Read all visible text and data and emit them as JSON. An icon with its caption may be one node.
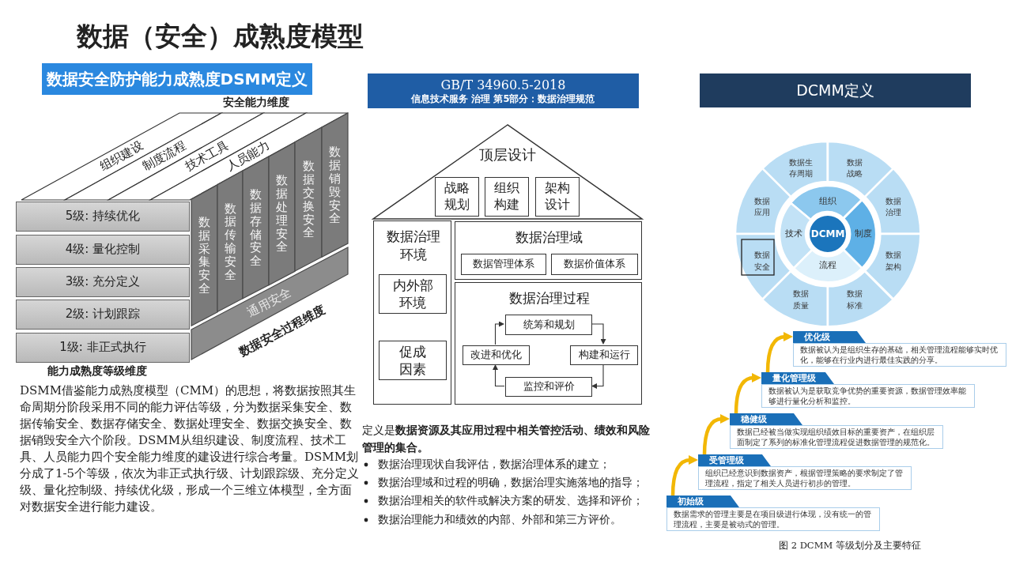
{
  "diagram": {
    "title": "数据（安全）成熟度模型",
    "caption": "图 2 DCMM 等级划分及主要特征",
    "nodes": [
      {
        "text": [
          "数据安全防护能力成熟度DSMM定义"
        ]
      },
      {
        "text": [
          "组织建设"
        ]
      },
      {
        "text": [
          "制度流程"
        ]
      },
      {
        "text": [
          "技术工具"
        ]
      },
      {
        "text": [
          "人员能力"
        ]
      },
      {
        "text": [
          "5级: 持续优化"
        ]
      },
      {
        "text": [
          "4级: 量化控制"
        ]
      },
      {
        "text": [
          "3级: 充分定义"
        ]
      },
      {
        "text": [
          "2级: 计划跟踪"
        ]
      },
      {
        "text": [
          "1级: 非正式执行"
        ]
      },
      {
        "text": [
          "数据采集安全"
        ]
      },
      {
        "text": [
          "数据传输安全"
        ]
      },
      {
        "text": [
          "数据存储安全"
        ]
      },
      {
        "text": [
          "数据处理安全"
        ]
      },
      {
        "text": [
          "数据交换安全"
        ]
      },
      {
        "text": [
          "数据销毁安全"
        ]
      },
      {
        "text": [
          "通用安全"
        ]
      },
      {
        "text": [
          "GB/T 34960.5-2018",
          "信息技术服务 治理 第5部分：数据治理规范"
        ]
      },
      {
        "text": [
          "顶层设计"
        ]
      },
      {
        "text": [
          "战略规划"
        ],
        "in": 18
      },
      {
        "text": [
          "组织构建"
        ],
        "in": 18
      },
      {
        "text": [
          "架构设计"
        ],
        "in": 18
      },
      {
        "text": [
          "数据治理环境"
        ]
      },
      {
        "text": [
          "内外部环境"
        ],
        "in": 22
      },
      {
        "text": [
          "促成因素"
        ],
        "in": 22
      },
      {
        "text": [
          "数据治理域"
        ]
      },
      {
        "text": [
          "数据管理体系"
        ],
        "in": 25
      },
      {
        "text": [
          "数据价值体系"
        ],
        "in": 25
      },
      {
        "text": [
          "数据治理过程"
        ]
      },
      {
        "text": [
          "统筹和规划"
        ],
        "in": 28
      },
      {
        "text": [
          "改进和优化"
        ],
        "in": 28
      },
      {
        "text": [
          "构建和运行"
        ],
        "in": 28
      },
      {
        "text": [
          "监控和评价"
        ],
        "in": 28
      },
      {
        "text": [
          "DCMM定义"
        ]
      },
      {
        "text": [
          "数据生存周期"
        ]
      },
      {
        "text": [
          "数据战略"
        ]
      },
      {
        "text": [
          "数据治理"
        ]
      },
      {
        "text": [
          "数据架构"
        ]
      },
      {
        "text": [
          "数据标准"
        ]
      },
      {
        "text": [
          "数据质量"
        ]
      },
      {
        "text": [
          "数据安全"
        ]
      },
      {
        "text": [
          "数据应用"
        ]
      },
      {
        "text": [
          "组织"
        ]
      },
      {
        "text": [
          "技术"
        ]
      },
      {
        "text": [
          "DCMM"
        ]
      },
      {
        "text": [
          "制度"
        ]
      },
      {
        "text": [
          "流程"
        ]
      },
      {
        "text": [
          "优化级",
          "数据被认为是组织生存的基础，相关管理流程能够实时优化，能够在行业内进行最佳实践的分享。"
        ]
      },
      {
        "text": [
          "量化管理级",
          "数据被认为是获取竞争优势的重要资源，数据管理效率能够进行量化分析和监控。"
        ]
      },
      {
        "text": [
          "稳健级",
          "数据已经被当做实现组织绩效目标的重要资产，在组织层面制定了系列的标准化管理流程促进数据管理的规范化。"
        ]
      },
      {
        "text": [
          "受管理级",
          "组织已经意识到数据资产，根据管理策略的要求制定了管理流程，指定了相关人员进行初步的管理。"
        ]
      },
      {
        "text": [
          "初始级",
          "数据需求的管理主要是在项目级进行体现，没有统一的管理流程，主要是被动式的管理。"
        ]
      }
    ],
    "edges": [
      {
        "from": 29,
        "to": 31,
        "arrow": "to"
      },
      {
        "from": 31,
        "to": 32,
        "arrow": "to"
      },
      {
        "from": 32,
        "to": 30,
        "arrow": "to"
      },
      {
        "from": 30,
        "to": 29,
        "arrow": "to"
      },
      {
        "from": 51,
        "to": 50,
        "arrow": "to",
        "style": "thick",
        "color": "#f2b705"
      },
      {
        "from": 50,
        "to": 49,
        "arrow": "to",
        "style": "thick",
        "color": "#f2b705"
      },
      {
        "from": 49,
        "to": 48,
        "arrow": "to",
        "style": "thick",
        "color": "#f2b705"
      },
      {
        "from": 48,
        "to": 47,
        "arrow": "to",
        "style": "thick",
        "color": "#f2b705"
      }
    ],
    "labels": [
      "安全能力维度",
      "能力成熟度等级维度",
      "数据安全过程维度",
      "DSMM借鉴能力成熟度模型（CMM）的思想，将数据按照其生命周期分阶段采用不同的能力评估等级，分为数据采集安全、数据传输安全、数据存储安全、数据处理安全、数据交换安全、数据销毁安全六个阶段。DSMM从组织建设、制度流程、技术工具、人员能力四个安全能力维度的建设进行综合考量。DSMM划分成了1-5个等级，依次为非正式执行级、计划跟踪级、充分定义级、量化控制级、持续优化级，形成一个三维立体模型，全方面对数据安全进行能力建设。",
      "定义是**数据资源及其应用过程中相关管控活动、绩效和风险管理的集合。**",
      "数据治理现状自我评估，数据治理体系的建立；",
      "数据治理域和过程的明确，数据治理实施落地的指导；",
      "数据治理相关的软件或解决方案的研发、选择和评价；",
      "数据治理能力和绩效的内部、外部和第三方评价。"
    ]
  }
}
